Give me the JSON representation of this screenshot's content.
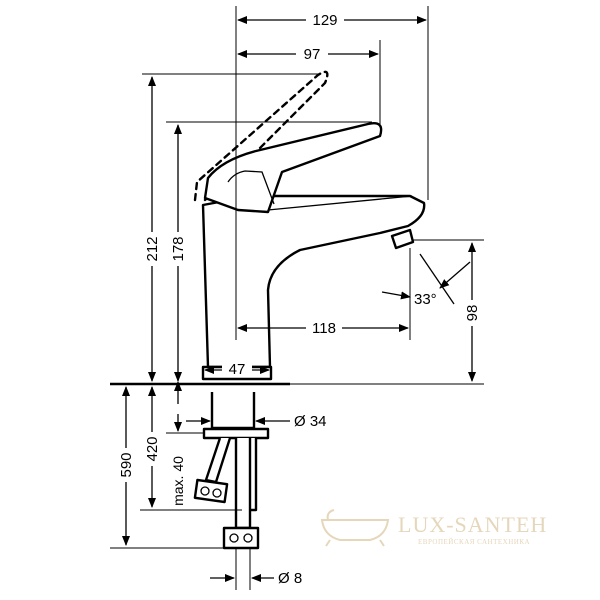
{
  "dimensions": {
    "overall_width": "129",
    "lever_width": "97",
    "height_212": "212",
    "height_178": "178",
    "spout_reach": "118",
    "spout_height": "98",
    "base_diameter": "47",
    "angle": "33°",
    "shank_diameter": "Ø 34",
    "hose_length": "590",
    "connection_420": "420",
    "max_thickness": "max. 40",
    "hose_diameter": "Ø 8"
  },
  "watermark": {
    "brand": "LUX-SANTEH",
    "tagline": "ЕВРОПЕЙСКАЯ САНТЕХНИКА"
  }
}
